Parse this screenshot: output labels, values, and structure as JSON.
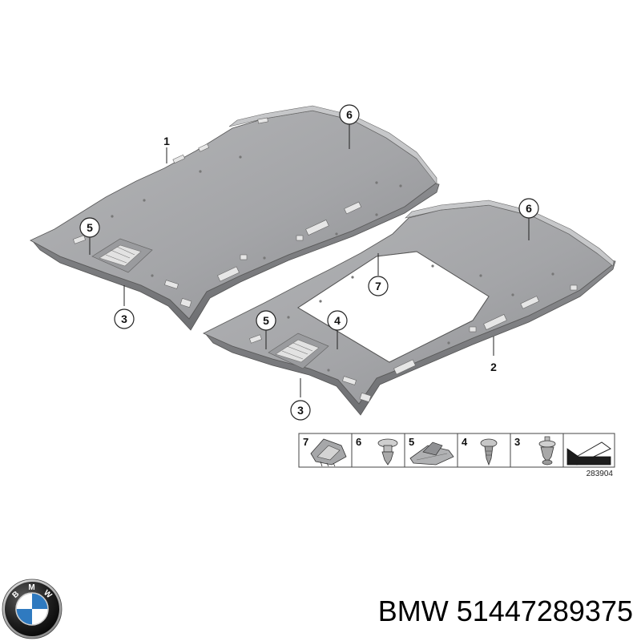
{
  "callouts": {
    "c1": "1",
    "c2": "2",
    "c3a": "3",
    "c3b": "3",
    "c4": "4",
    "c5a": "5",
    "c5b": "5",
    "c6a": "6",
    "c6b": "6",
    "c7": "7"
  },
  "legend": {
    "cells": [
      {
        "number": "7",
        "icon": "clip-icon"
      },
      {
        "number": "6",
        "icon": "push-rivet-icon"
      },
      {
        "number": "5",
        "icon": "bracket-icon"
      },
      {
        "number": "4",
        "icon": "plug-rivet-icon"
      },
      {
        "number": "3",
        "icon": "expanding-rivet-icon"
      },
      {
        "number": "",
        "icon": "wedge-icon"
      }
    ]
  },
  "diagram_ref": "283904",
  "logo": {
    "letters": [
      "B",
      "M",
      "W"
    ]
  },
  "caption": "BMW 51447289375",
  "colors": {
    "panel": "#a9aaac",
    "panel_dark": "#8f9093",
    "panel_light": "#c9cacc",
    "bmw_blue": "#2f7ac0",
    "outline": "#555555"
  }
}
